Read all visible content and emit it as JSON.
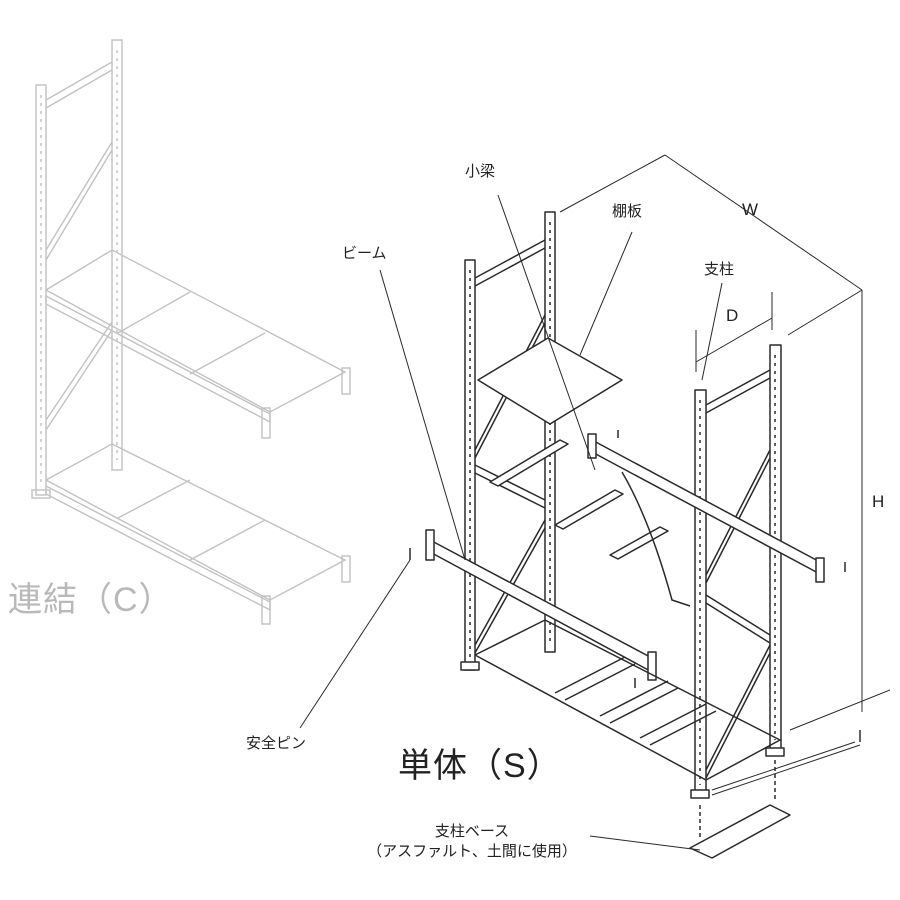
{
  "labels": {
    "kobari": "小梁",
    "tanaita": "棚板",
    "beam": "ビーム",
    "shichu": "支柱",
    "width": "W",
    "depth": "D",
    "height": "H",
    "anzen_pin": "安全ピン",
    "base_line1": "支柱ベース",
    "base_line2": "（アスファルト、土間に使用）"
  },
  "titles": {
    "single": "単体（S）",
    "connected": "連結（C）"
  },
  "colors": {
    "line": "#2a2a2a",
    "faded": "#bdbdbd",
    "background": "#ffffff"
  }
}
